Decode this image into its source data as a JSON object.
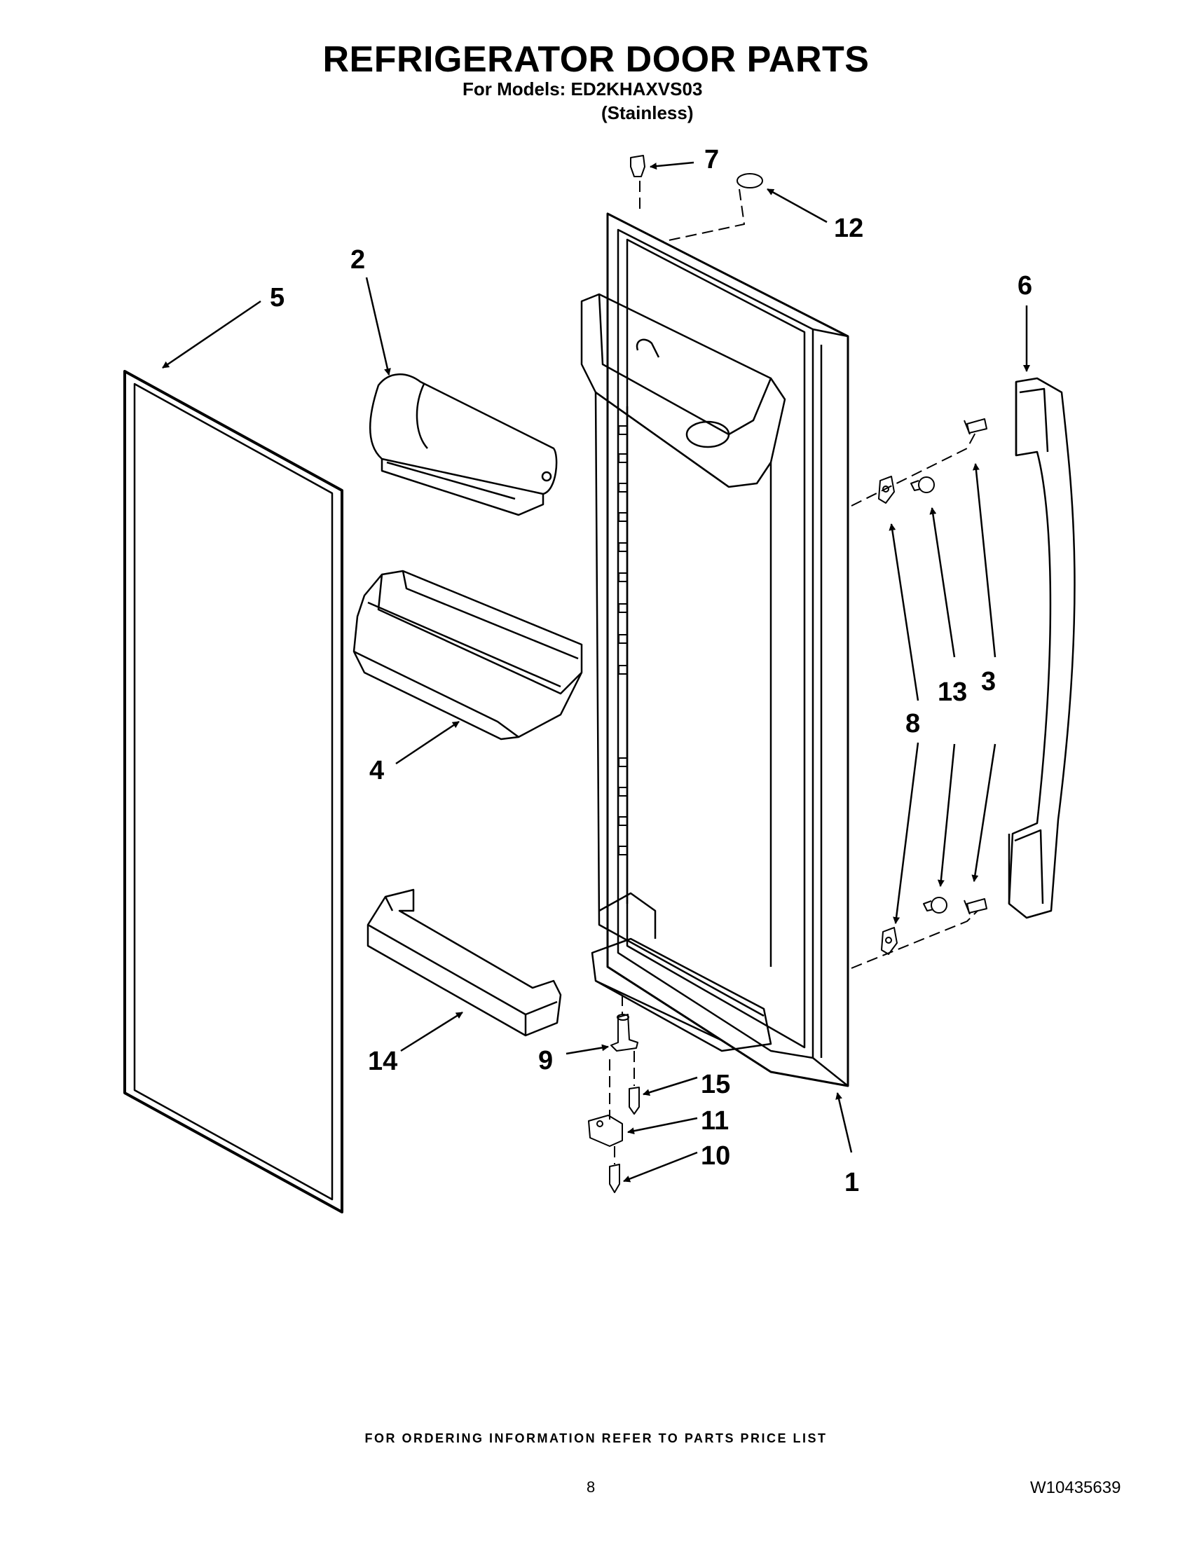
{
  "header": {
    "title": "REFRIGERATOR DOOR PARTS",
    "models_line": "For Models: ED2KHAXVS03",
    "variant": "(Stainless)"
  },
  "callouts": {
    "c1": "1",
    "c2": "2",
    "c3": "3",
    "c4": "4",
    "c5": "5",
    "c6": "6",
    "c7": "7",
    "c8": "8",
    "c9": "9",
    "c10": "10",
    "c11": "11",
    "c12": "12",
    "c13": "13",
    "c14": "14",
    "c15": "15"
  },
  "footer": {
    "note": "FOR ORDERING INFORMATION REFER TO PARTS PRICE LIST",
    "page_number": "8",
    "document_number": "W10435639"
  }
}
